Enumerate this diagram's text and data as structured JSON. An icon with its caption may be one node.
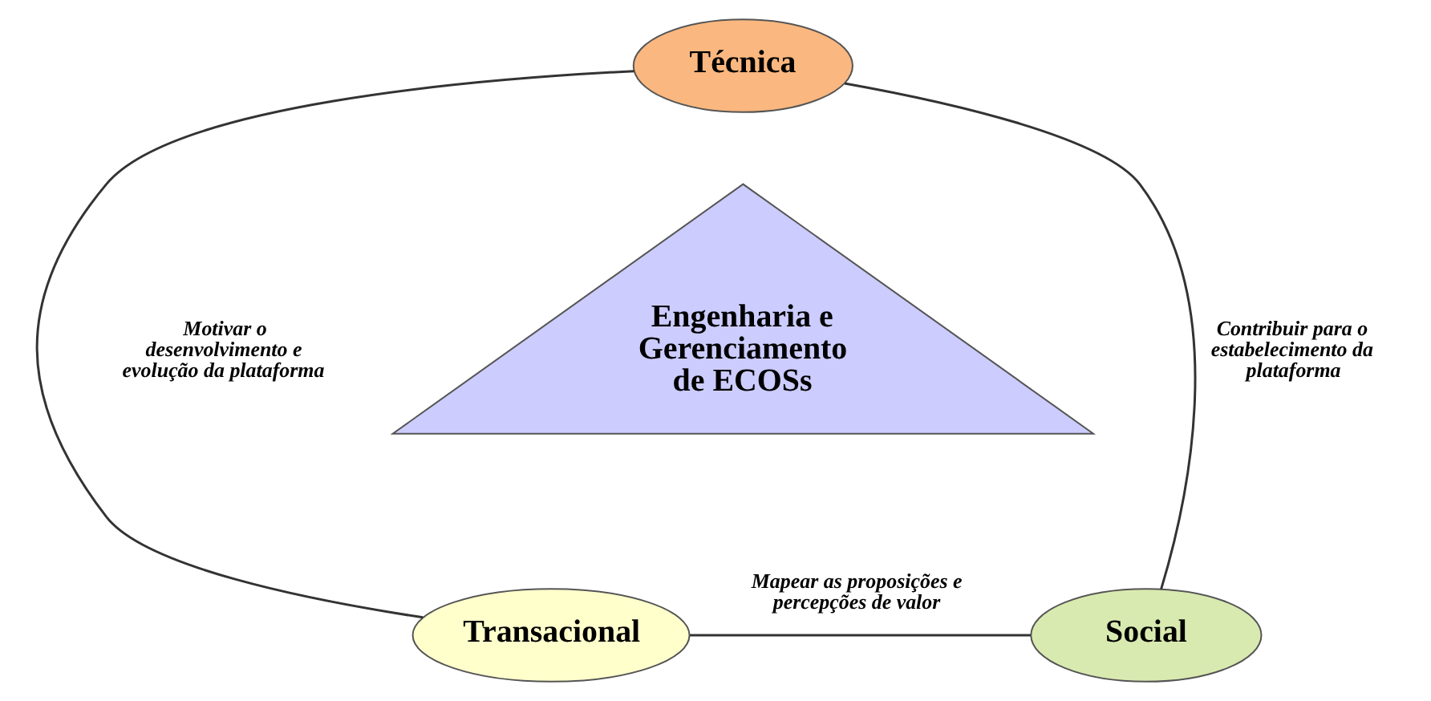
{
  "diagram": {
    "nodes": [
      {
        "text": [
          "Técnica"
        ]
      },
      {
        "text": [
          "Engenharia e Gerenciamento de ECOSs"
        ]
      },
      {
        "text": [
          "Transacional"
        ]
      },
      {
        "text": [
          "Social"
        ]
      }
    ],
    "edges": [
      {
        "from": 0,
        "to": 2,
        "arrow": "none",
        "label": "Motivar o desenvolvimento e evolução da plataforma"
      },
      {
        "from": 0,
        "to": 3,
        "arrow": "none",
        "label": "Contribuir para o estabelecimento da plataforma"
      },
      {
        "from": 2,
        "to": 3,
        "arrow": "none",
        "label": "Mapear as proposições e percepções de valor"
      }
    ]
  }
}
